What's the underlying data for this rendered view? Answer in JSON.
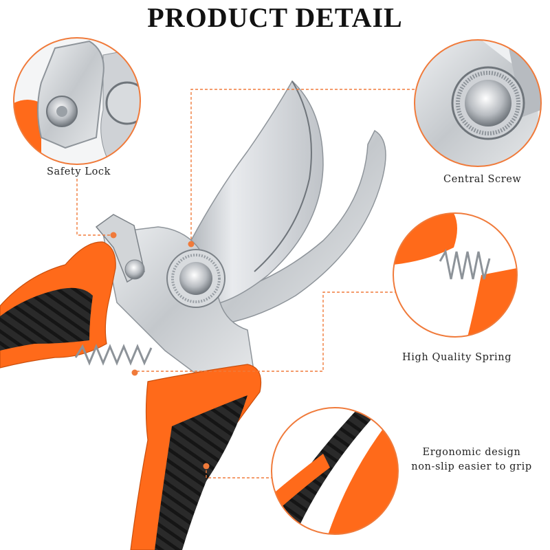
{
  "title": "PRODUCT DETAIL",
  "callouts": {
    "safety_lock": "Safety Lock",
    "central_screw": "Central Screw",
    "spring": "High Quality Spring",
    "grip_line1": "Ergonomic design",
    "grip_line2": "non-slip easier to grip"
  },
  "colors": {
    "accent": "#f07a3a",
    "handle_orange": "#ff6a1a",
    "handle_black": "#222222",
    "steel": "#c9ccd0"
  }
}
